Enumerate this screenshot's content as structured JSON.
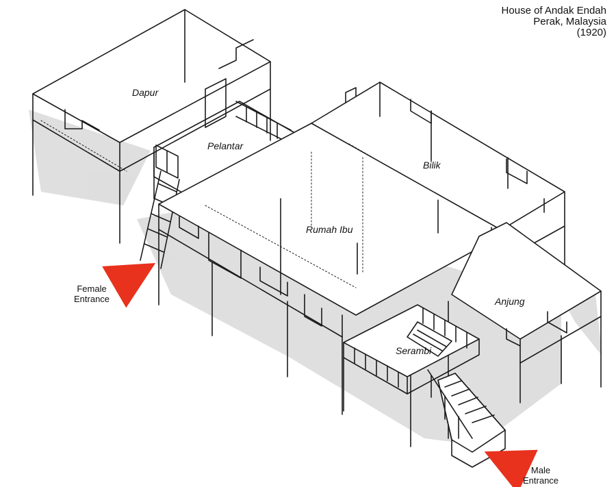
{
  "title": {
    "line1": "House of Andak Endah",
    "line2": "Perak, Malaysia",
    "line3": "(1920)"
  },
  "rooms": {
    "dapur": "Dapur",
    "pelantar": "Pelantar",
    "bilik": "Bilik",
    "rumah_ibu": "Rumah Ibu",
    "anjung": "Anjung",
    "serambi": "Serambi"
  },
  "entrances": {
    "female_1": "Female",
    "female_2": "Entrance",
    "male_1": "Male",
    "male_2": "Entrance"
  },
  "colors": {
    "line": "#1a1a1a",
    "shadow": "#cfcfcf",
    "arrow": "#e8321e"
  }
}
